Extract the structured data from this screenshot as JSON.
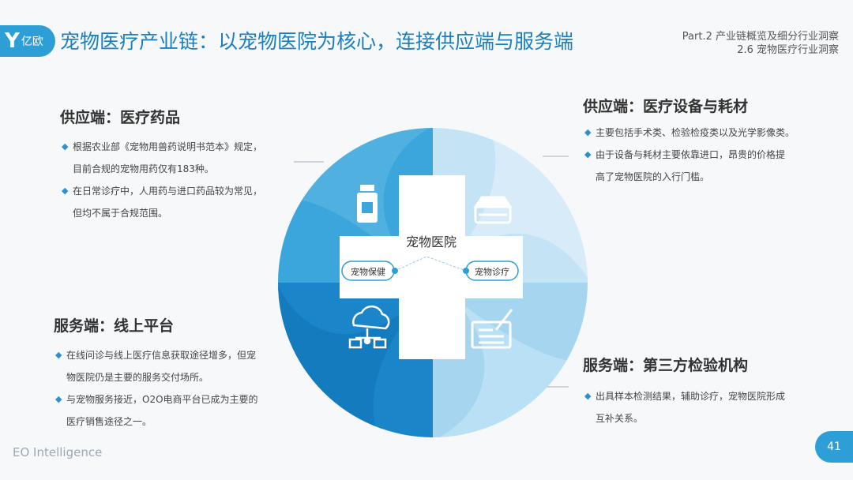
{
  "header": {
    "logo_text": "亿欧",
    "title": "宠物医疗产业链：以宠物医院为核心，连接供应端与服务端",
    "part_line1": "Part.2 产业链概览及细分行业洞察",
    "part_line2": "2.6 宠物医疗行业洞察"
  },
  "sections": {
    "top_left": {
      "heading": "供应端：医疗药品",
      "items": [
        [
          "根据农业部《宠物用兽药说明书范本》规定，",
          "目前合规的宠物用药仅有183种。"
        ],
        [
          "在日常诊疗中，人用药与进口药品较为常见，",
          "但均不属于合规范围。"
        ]
      ]
    },
    "top_right": {
      "heading": "供应端：医疗设备与耗材",
      "items": [
        [
          "主要包括手术类、检验检疫类以及光学影像类。"
        ],
        [
          "由于设备与耗材主要依靠进口，昂贵的价格提",
          "高了宠物医院的入行门槛。"
        ]
      ]
    },
    "bottom_left": {
      "heading": "服务端：线上平台",
      "items": [
        [
          "在线问诊与线上医疗信息获取途径增多，但宠",
          "物医院仍是主要的服务交付场所。"
        ],
        [
          "与宠物服务接近，O2O电商平台已成为主要的",
          "医疗销售途径之一。"
        ]
      ]
    },
    "bottom_right": {
      "heading": "服务端：第三方检验机构",
      "items": [
        [
          "出具样本检测结果，辅助诊疗，宠物医院形成",
          "互补关系。"
        ]
      ]
    }
  },
  "center": {
    "label": "宠物医院",
    "left_tag": "宠物保健",
    "right_tag": "宠物诊疗"
  },
  "colors": {
    "accent": "#2e9fd6",
    "dark_blue": "#1a85c9",
    "light_blue": "#9fd1ee",
    "pale_blue": "#c9e6f6"
  },
  "footer": {
    "brand": "EO Intelligence",
    "page": "41"
  }
}
